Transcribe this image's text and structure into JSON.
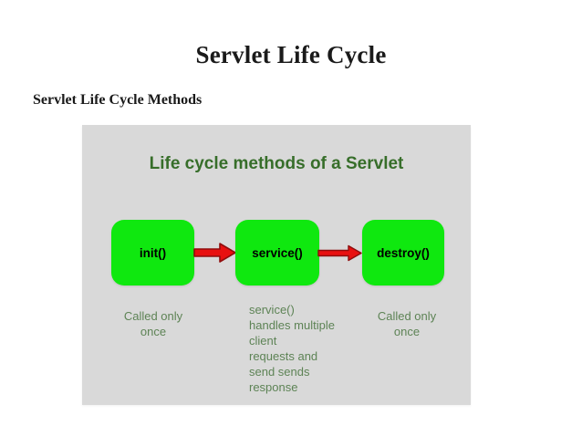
{
  "page": {
    "title": "Servlet Life Cycle",
    "section_heading": "Servlet Life Cycle Methods",
    "background_color": "#ffffff",
    "text_color": "#1a1a1a"
  },
  "diagram": {
    "title": "Life cycle methods of a Servlet",
    "panel_color": "#d9d9d9",
    "title_color": "#376e2a",
    "box_color": "#0fe80f",
    "box_text_color": "#000000",
    "arrow_color": "#e81010",
    "arrow_outline_color": "#8f0d0d",
    "caption_color": "#5d8355",
    "boxes": [
      {
        "id": "init",
        "label": "init()"
      },
      {
        "id": "service",
        "label": "service()"
      },
      {
        "id": "destroy",
        "label": "destroy()"
      }
    ],
    "arrows": [
      {
        "id": "init-to-service",
        "from": "init()",
        "to": "service()"
      },
      {
        "id": "service-to-destroy",
        "from": "service()",
        "to": "destroy()"
      }
    ],
    "captions": [
      {
        "id": "init",
        "text": "Called only\nonce"
      },
      {
        "id": "service",
        "text": "service()\nhandles multiple\nclient\nrequests and\nsend sends\nresponse"
      },
      {
        "id": "destroy",
        "text": "Called only\nonce"
      }
    ]
  }
}
